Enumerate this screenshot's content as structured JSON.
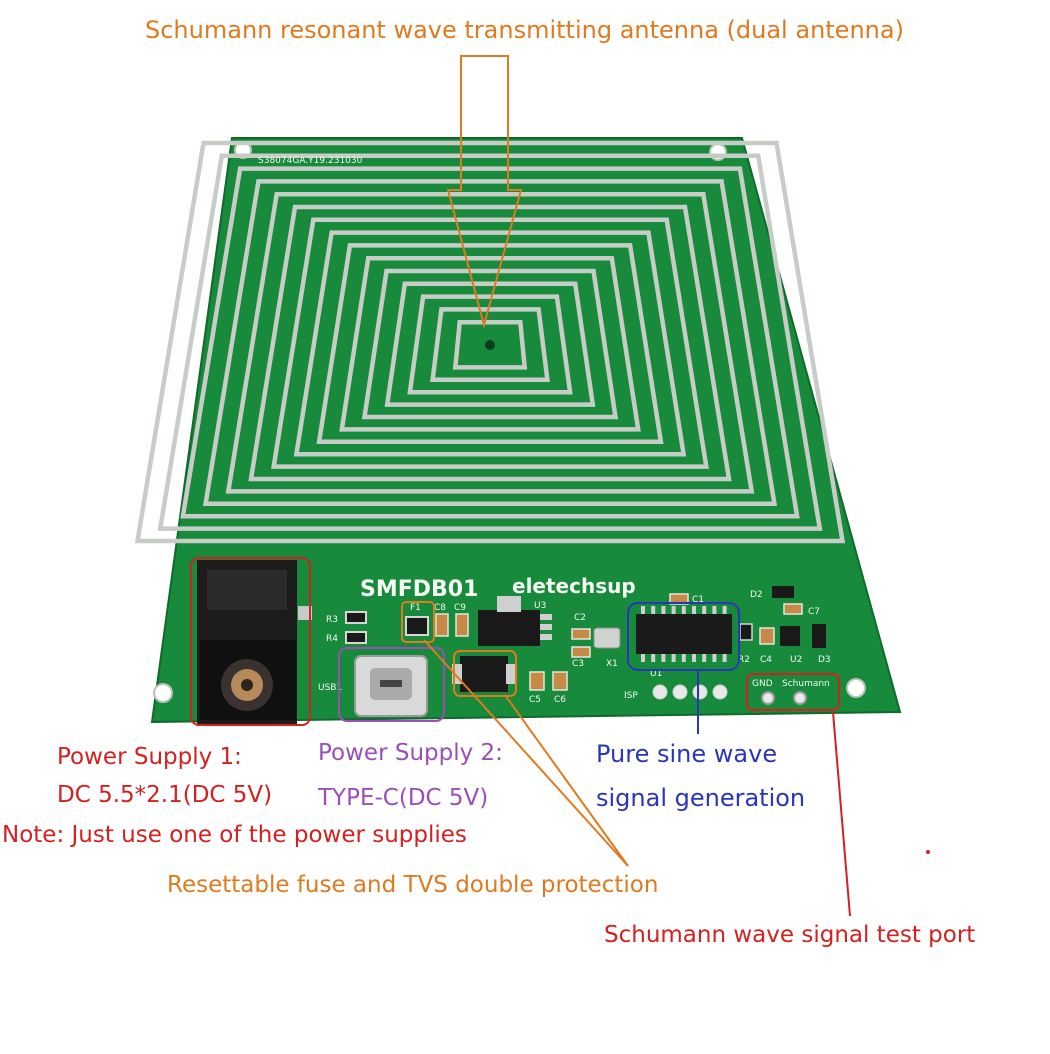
{
  "annotations": {
    "antenna_title": "Schumann resonant wave transmitting antenna (dual antenna)",
    "power_supply_1_line1": "Power Supply 1:",
    "power_supply_1_line2": "DC 5.5*2.1(DC 5V)",
    "note": "Note: Just use one of the power supplies",
    "power_supply_2_line1": "Power Supply 2:",
    "power_supply_2_line2": "TYPE-C(DC 5V)",
    "sine_wave_line1": "Pure sine wave",
    "sine_wave_line2": "signal generation",
    "fuse_tvs": "Resettable fuse and TVS double protection",
    "test_port": "Schumann wave signal test port"
  },
  "board": {
    "serial": "S38074GA.Y19.231030",
    "model": "SMFDB01",
    "brand": "eletechsup",
    "labels": {
      "r3": "R3",
      "r4": "R4",
      "f1": "F1",
      "c8": "C8",
      "c9": "C9",
      "u3": "U3",
      "c1": "C1",
      "c2": "C2",
      "c3": "C3",
      "x1": "X1",
      "u1": "U1",
      "r2": "R2",
      "c4": "C4",
      "u2": "U2",
      "d2": "D2",
      "c7": "C7",
      "d3": "D3",
      "c5": "C5",
      "c6": "C6",
      "isp": "ISP",
      "usb": "USB1",
      "gnd": "GND",
      "schumann": "Schumann"
    }
  },
  "colors": {
    "orange": "#e07a1f",
    "red": "#d42020",
    "purple": "#9a4fb8",
    "blue": "#2a36b8",
    "pcb_green": "#178a3c",
    "trace_silver": "#c8ccc6"
  }
}
